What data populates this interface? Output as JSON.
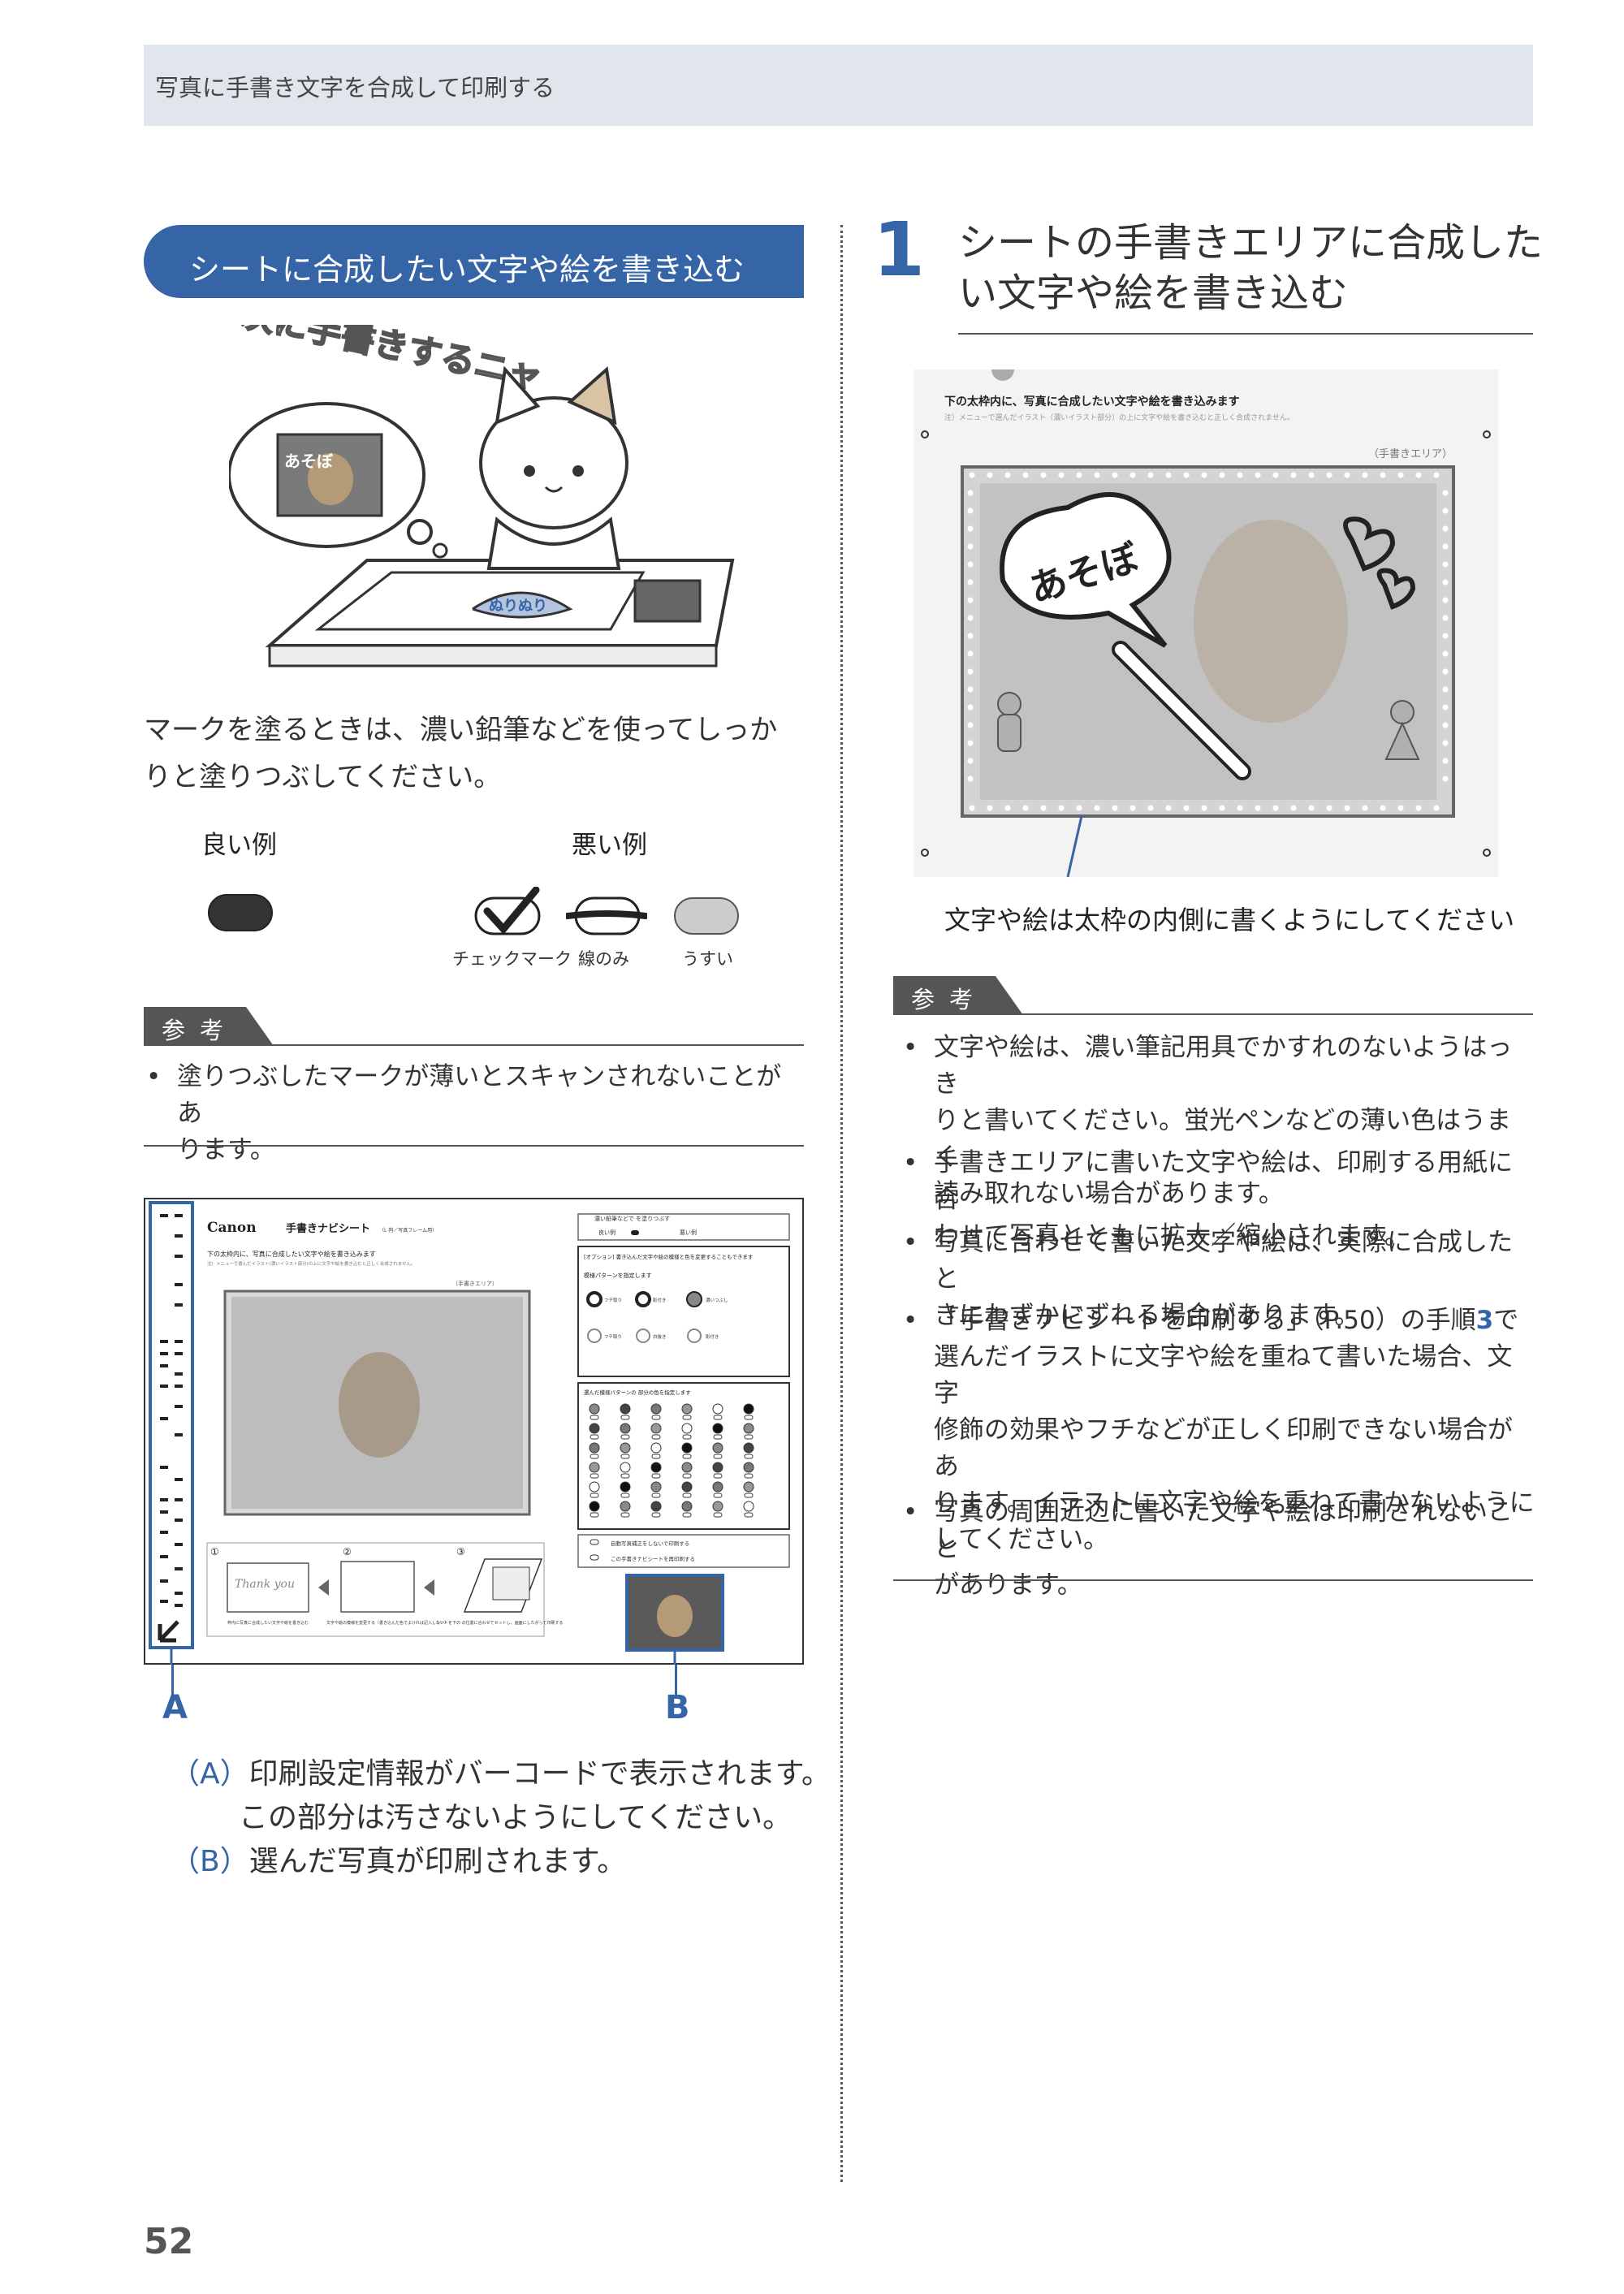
{
  "header": {
    "title": "写真に手書き文字を合成して印刷する"
  },
  "left": {
    "section_title": "シートに合成したい文字や絵を書き込む",
    "illustration": {
      "speech_text": "次に手書きするニャ",
      "photo_text": "あそぼ",
      "pen_text": "ぬりぬり"
    },
    "intro_lines": [
      "マークを塗るときは、濃い鉛筆などを使ってしっか",
      "りと塗りつぶしてください。"
    ],
    "good_label": "良い例",
    "bad_label": "悪い例",
    "bad_captions": [
      "チェックマーク",
      "線のみ",
      "うすい"
    ],
    "ref_title": "参考",
    "ref_bullets": [
      {
        "lines": [
          "塗りつぶしたマークが薄いとスキャンされないことがあ",
          "ります。"
        ]
      }
    ],
    "navi_sheet": {
      "brand": "Canon",
      "title": "手書きナビシート",
      "subtitle": "（L 判／写真フレーム用）",
      "instruction": "下の太枠内に、写真に合成したい文字や絵を書き込みます",
      "note": "注）メニューで選んだイラスト(濃いイラスト部分)の上に文字や絵を書き込むと正しく合成されません。",
      "area_label": "（手書きエリア）",
      "legend_title": "濃い鉛筆などで を塗りつぶす",
      "legend_good": "良い例",
      "legend_bad": "悪い例",
      "option_title": "[オプション] 書き込んだ文字や絵の模様と色を変更することもできます",
      "pattern_title": "模様パターンを指定します",
      "pattern_labels": [
        "フチ取り",
        "影付き",
        "濃いつぶし",
        "フチ取り",
        "白抜き",
        "影付き"
      ],
      "color_title": "選んだ模様パターンの 部分の色を指定します",
      "bottom_options": [
        "自動写真補正をしないで印刷する",
        "この手書きナビシートを再印刷する"
      ],
      "step_nums": [
        "①",
        "②",
        "③"
      ],
      "step_captions": [
        "枠内に写真に合成したい文字や絵を書き込む",
        "文字や絵の模様を変更する（書き込んだ色でよければ記入しない）",
        "シートを下の の位置に合わせてセットし、画面にしたがって印刷する"
      ],
      "thank_you": "Thank you"
    },
    "label_a": "A",
    "label_b": "B",
    "paren_items": [
      {
        "label": "（A）",
        "lines": [
          "印刷設定情報がバーコードで表示されます。",
          "この部分は汚さないようにしてください。"
        ]
      },
      {
        "label": "（B）",
        "lines": [
          "選んだ写真が印刷されます。"
        ]
      }
    ]
  },
  "right": {
    "step_number": "1",
    "step_title_lines": [
      "シートの手書きエリアに合成した",
      "い文字や絵を書き込む"
    ],
    "sheet": {
      "instruction": "下の太枠内に、写真に合成したい文字や絵を書き込みます",
      "note": "注）メニューで選んだイラスト（濃いイラスト部分）の上に文字や絵を書き込むと正しく合成されません。",
      "area_label": "（手書きエリア）",
      "bubble_text": "あそぼ"
    },
    "sheet_caption": "文字や絵は太枠の内側に書くようにしてください",
    "ref_title": "参考",
    "ref_bullets": [
      {
        "lines": [
          "文字や絵は、濃い筆記用具でかすれのないようはっき",
          "りと書いてください。蛍光ペンなどの薄い色はうまく",
          "読み取れない場合があります。"
        ]
      },
      {
        "lines": [
          "手書きエリアに書いた文字や絵は、印刷する用紙に合",
          "わせて写真とともに拡大／縮小されます。"
        ]
      },
      {
        "lines": [
          "写真に合わせて書いた文字や絵は、実際に合成したと",
          "きにわずかにずれる場合があります。"
        ]
      },
      {
        "lines_rich": [
          {
            "a": "「手書きナビシートを印刷する」（P.50）の手順",
            "hl": "3",
            "b": "で"
          },
          {
            "a": "選んだイラストに文字や絵を重ねて書いた場合、文字"
          },
          {
            "a": "修飾の効果やフチなどが正しく印刷できない場合があ"
          },
          {
            "a": "ります。イラストに文字や絵を重ねて書かないように"
          },
          {
            "a": "してください。"
          }
        ]
      },
      {
        "lines": [
          "写真の周囲近辺に書いた文字や絵は印刷されないこと",
          "があります。"
        ]
      }
    ]
  },
  "page_number": "52"
}
